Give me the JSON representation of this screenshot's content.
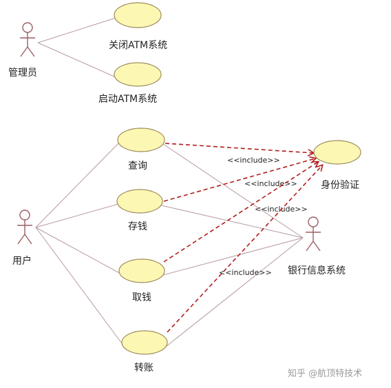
{
  "diagram": {
    "actors": [
      {
        "id": "admin",
        "label": "管理员"
      },
      {
        "id": "user",
        "label": "用户"
      },
      {
        "id": "bank",
        "label": "银行信息系统"
      }
    ],
    "use_cases": [
      {
        "id": "close_atm",
        "label": "关闭ATM系统"
      },
      {
        "id": "start_atm",
        "label": "启动ATM系统"
      },
      {
        "id": "query",
        "label": "查询"
      },
      {
        "id": "deposit",
        "label": "存钱"
      },
      {
        "id": "withdraw",
        "label": "取钱"
      },
      {
        "id": "transfer",
        "label": "转账"
      },
      {
        "id": "auth",
        "label": "身份验证"
      }
    ],
    "associations": [
      [
        "admin",
        "close_atm"
      ],
      [
        "admin",
        "start_atm"
      ],
      [
        "user",
        "query"
      ],
      [
        "user",
        "deposit"
      ],
      [
        "user",
        "withdraw"
      ],
      [
        "user",
        "transfer"
      ],
      [
        "query",
        "bank"
      ],
      [
        "deposit",
        "bank"
      ],
      [
        "withdraw",
        "bank"
      ],
      [
        "transfer",
        "bank"
      ]
    ],
    "includes": [
      {
        "from": "query",
        "to": "auth",
        "label": "<<include>>"
      },
      {
        "from": "deposit",
        "to": "auth",
        "label": "<<include>>"
      },
      {
        "from": "withdraw",
        "to": "auth",
        "label": "<<include>>"
      },
      {
        "from": "transfer",
        "to": "auth",
        "label": "<<include>>"
      }
    ],
    "colors": {
      "usecase_fill": "#fdf7b4",
      "include_line": "#b01c1c",
      "actor": "#9b5e62"
    }
  },
  "watermark": "知乎 @航顶特技术"
}
